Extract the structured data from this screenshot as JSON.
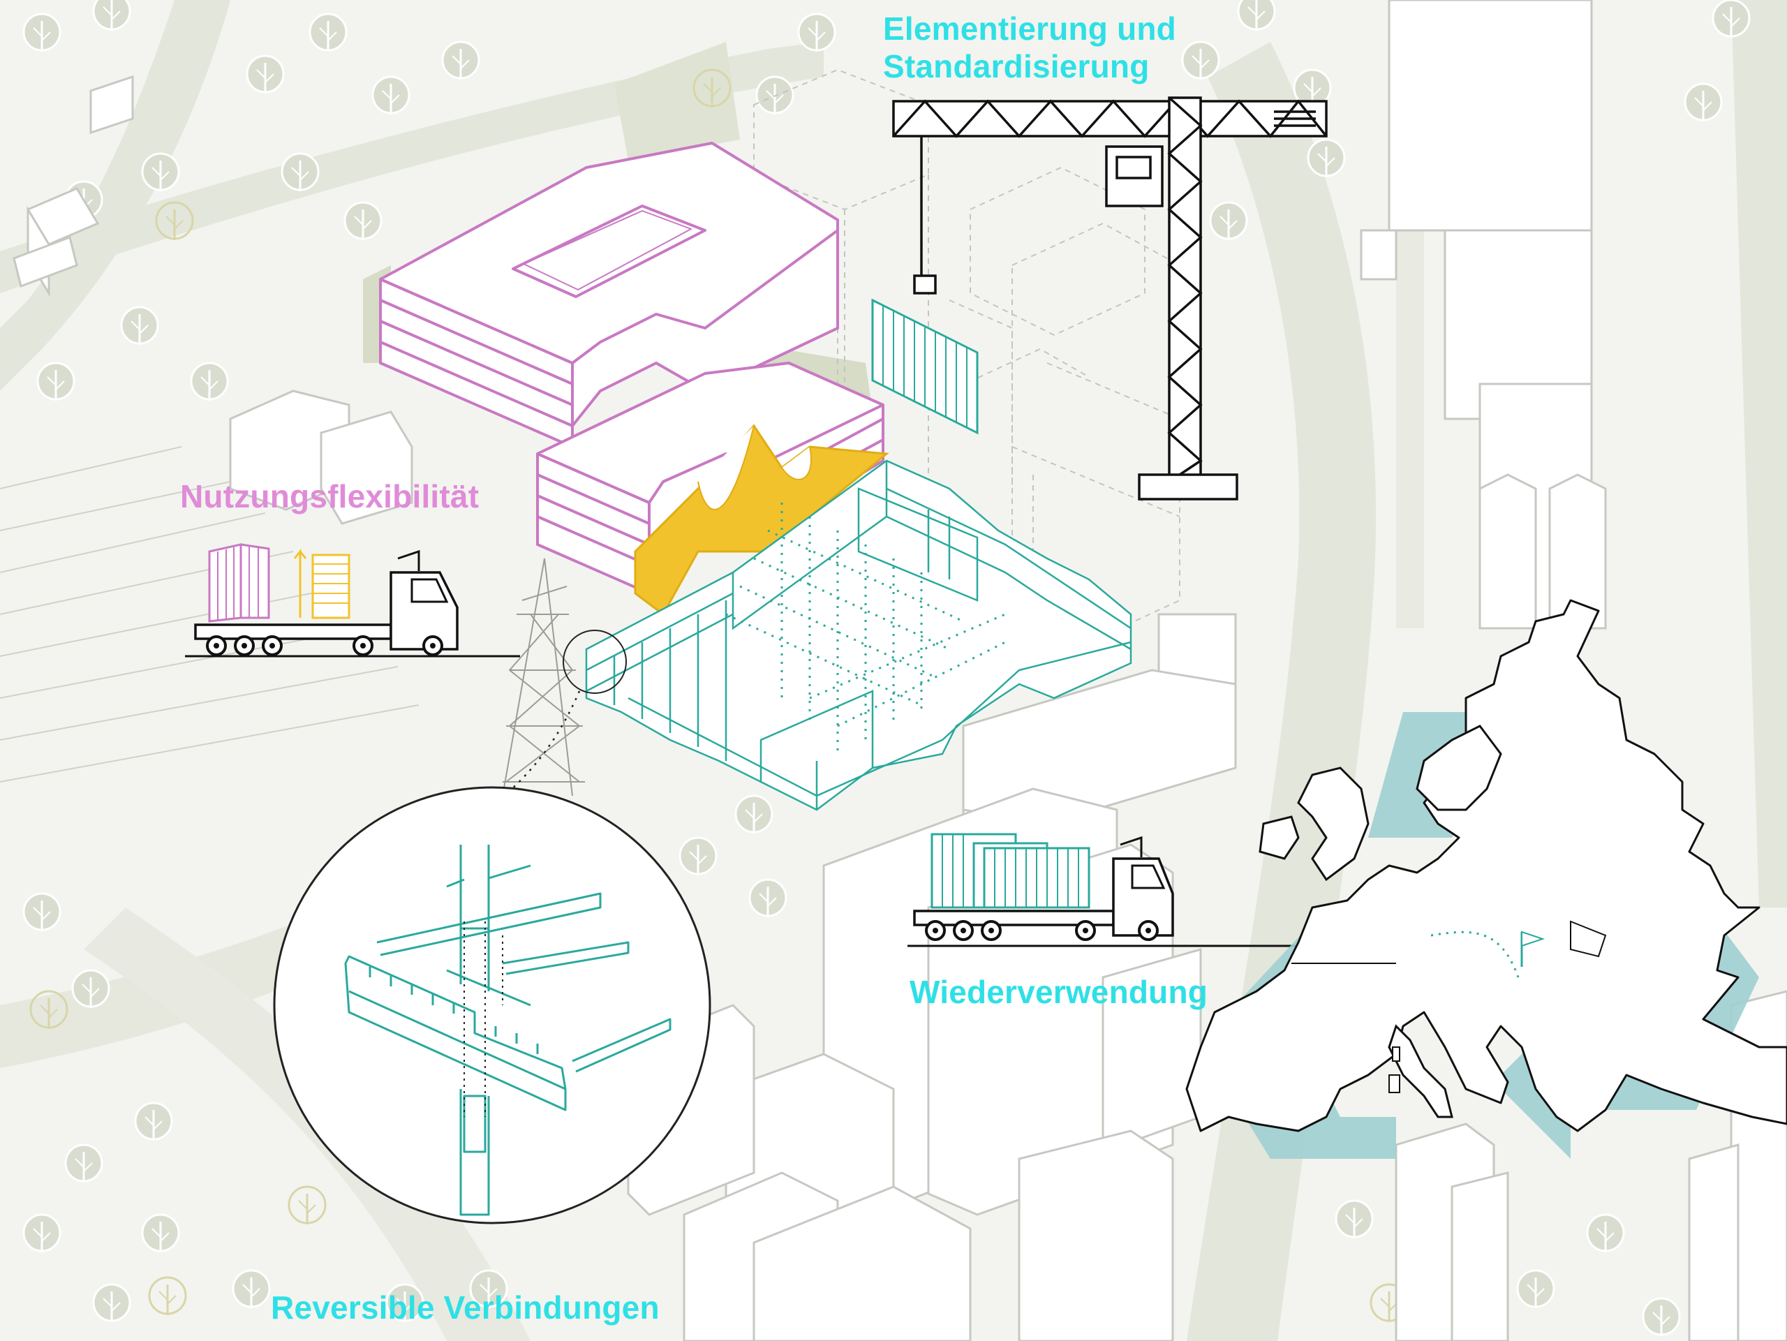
{
  "labels": {
    "elementierung_line1": "Elementierung und",
    "elementierung_line2": "Standardisierung",
    "nutzungsflexibilitaet": "Nutzungsflexibilität",
    "wiederverwendung": "Wiederverwendung",
    "reversible_verbindungen": "Reversible Verbindungen"
  },
  "colors": {
    "background": "#f3f4ef",
    "road": "#e3e6da",
    "green_patch": "#d6dcc6",
    "tree": "#d2d7c8",
    "building_stroke": "#c6c8c2",
    "pink": "#c879c3",
    "teal": "#2aa99c",
    "yellow": "#f2c22d",
    "cyan_label": "#2ee0e6",
    "pink_label": "#e08bd8",
    "europe_fill": "#ffffff",
    "recycle_fill": "#9fcfd2",
    "black": "#111111"
  },
  "icons": [
    "tower-crane-icon",
    "truck-with-pink-panels-icon",
    "truck-with-teal-containers-icon",
    "recycle-arrows-icon",
    "europe-map",
    "flag-icon",
    "power-pylon-icon",
    "joint-detail-magnifier"
  ]
}
